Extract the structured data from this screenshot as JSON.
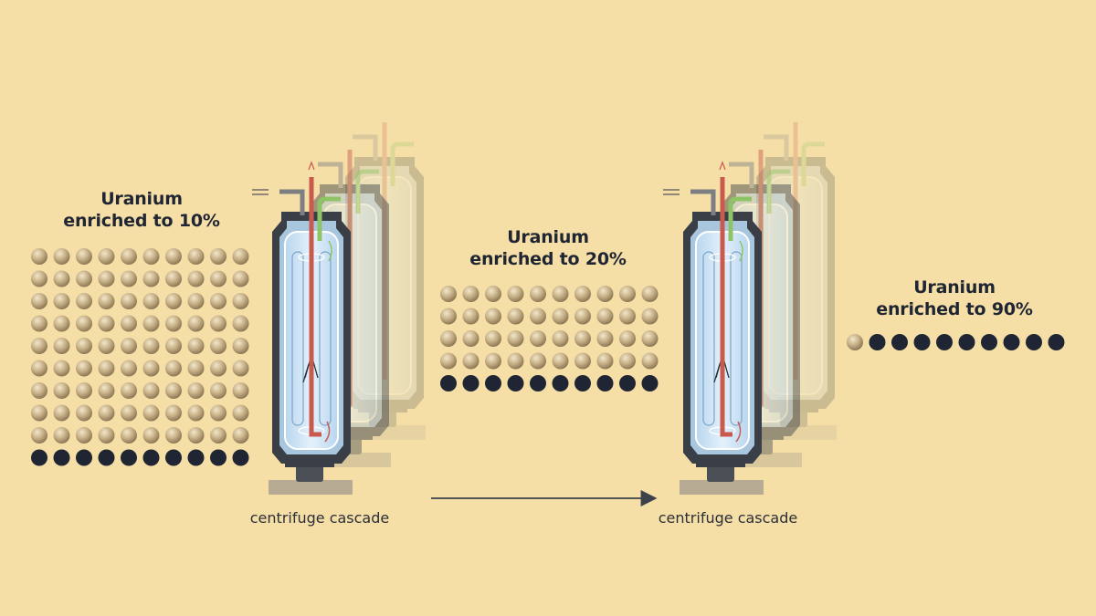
{
  "stages": [
    {
      "title_line1": "Uranium",
      "title_line2": "enriched to 10%",
      "rows": 10,
      "cols": 10,
      "enriched_count": 10
    },
    {
      "title_line1": "Uranium",
      "title_line2": "enriched to 20%",
      "rows": 5,
      "cols": 10,
      "enriched_count": 10
    },
    {
      "title_line1": "Uranium",
      "title_line2": "enriched to 90%",
      "rows": 1,
      "cols": 10,
      "enriched_count": 9
    }
  ],
  "cascades": [
    {
      "caption": "centrifuge cascade"
    },
    {
      "caption": "centrifuge cascade"
    }
  ],
  "colors": {
    "background": "#f5dfa6",
    "enriched_atom": "#1f2532",
    "depleted_atom": "#c9b48d",
    "centrifuge_body": "#3a3f47",
    "centrifuge_inner": "#cfe4f6",
    "red_pipe": "#c85a4e",
    "green_pipe": "#8fc466",
    "arrow": "#3d424a"
  }
}
